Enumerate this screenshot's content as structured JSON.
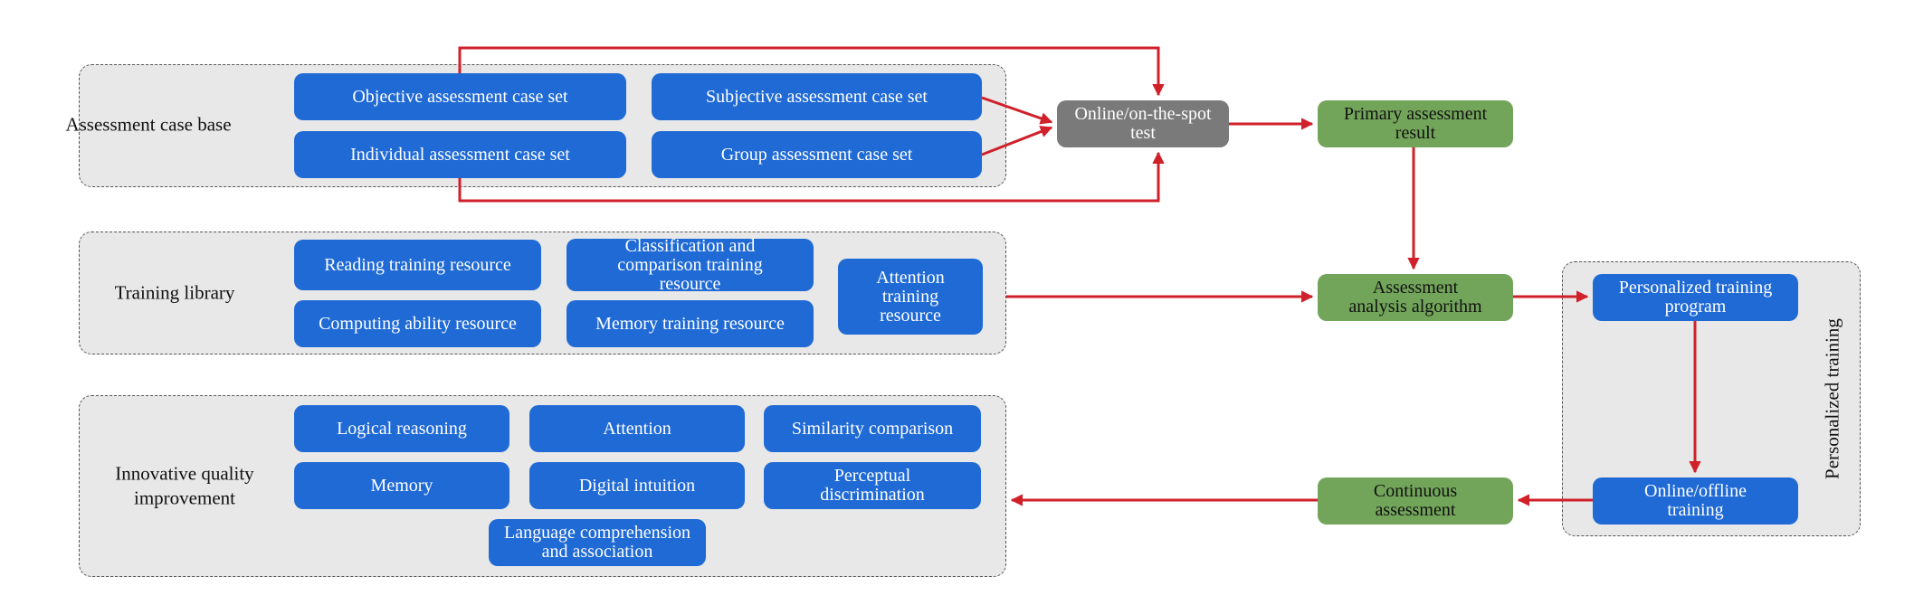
{
  "colors": {
    "blue": "#1f6ad5",
    "green": "#72a55a",
    "gray": "#7a7a7a",
    "arrow": "#d0202a",
    "group_bg": "#e8e8e8"
  },
  "groups": {
    "assessment_case_base": "Assessment case base",
    "training_library": "Training library",
    "innovative_quality": "Innovative quality\nimprovement",
    "personalized_training": "Personalized training"
  },
  "case_sets": {
    "objective": "Objective assessment case set",
    "subjective": "Subjective assessment case set",
    "individual": "Individual assessment case set",
    "group": "Group assessment case set"
  },
  "training": {
    "reading": "Reading training resource",
    "classification": "Classification and\ncomparison training\nresource",
    "attention": "Attention\ntraining\nresource",
    "computing": "Computing ability resource",
    "memory": "Memory training resource"
  },
  "quality": {
    "logical": "Logical reasoning",
    "attention": "Attention",
    "similarity": "Similarity comparison",
    "memory": "Memory",
    "digital": "Digital intuition",
    "perceptual": "Perceptual\ndiscrimination",
    "language": "Language comprehension\nand association"
  },
  "nodes": {
    "online_test": "Online/on-the-spot test",
    "primary_result": "Primary assessment\nresult",
    "analysis": "Assessment\nanalysis algorithm",
    "program": "Personalized training\nprogram",
    "online_offline": "Online/offline\ntraining",
    "continuous": "Continuous\nassessment"
  }
}
